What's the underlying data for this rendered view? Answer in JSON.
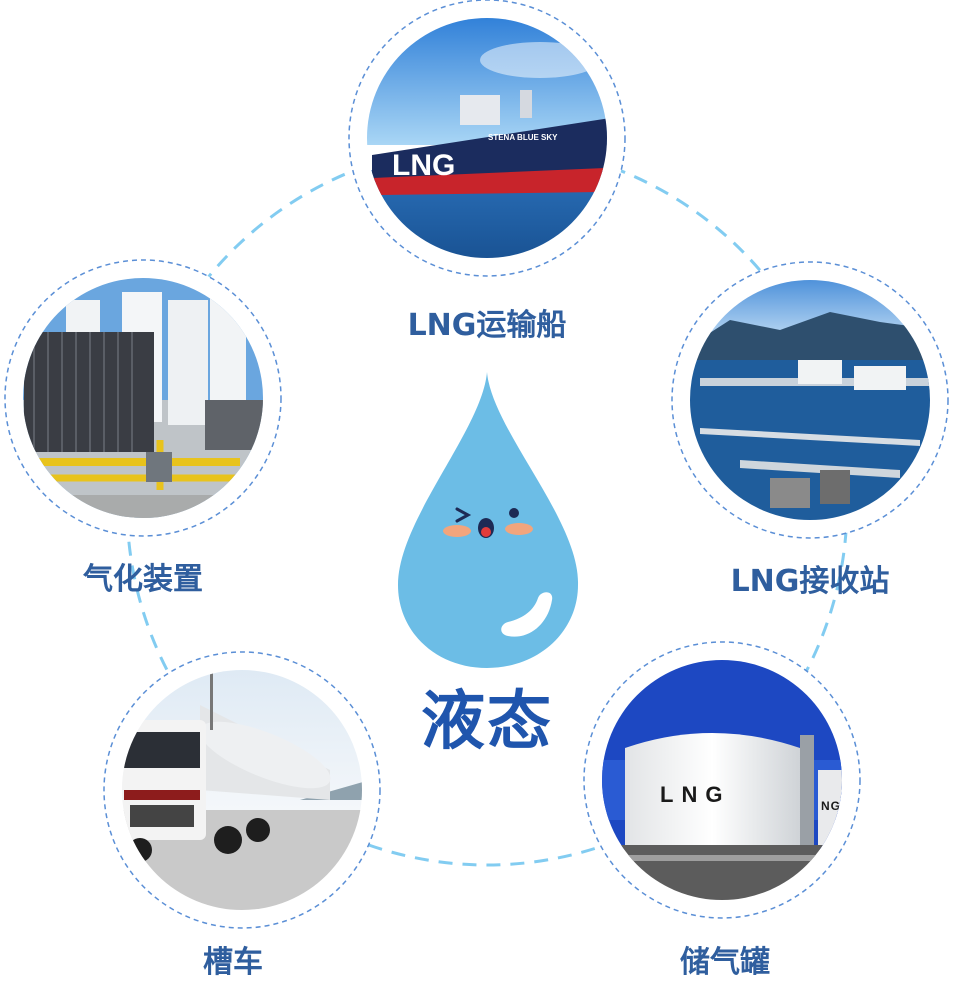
{
  "center": {
    "title": "液态",
    "drop_color": "#6cbde6",
    "text_color": "#1f55ad"
  },
  "nodes": [
    {
      "id": "ship",
      "label": "LNG运输船",
      "icon": "lng-carrier-ship-photo",
      "ship_name": "STENA BLUE SKY",
      "hull_text": "LNG"
    },
    {
      "id": "terminal",
      "label": "LNG接收站",
      "icon": "lng-terminal-photo"
    },
    {
      "id": "tank",
      "label": "储气罐",
      "icon": "storage-tank-photo",
      "tank_text": "LNG",
      "tank_text_2": "NG"
    },
    {
      "id": "truck",
      "label": "槽车",
      "icon": "tanker-truck-photo"
    },
    {
      "id": "vaporizer",
      "label": "气化装置",
      "icon": "vaporizer-photo"
    }
  ],
  "colors": {
    "label": "#2f5e9e",
    "ring": "#5b8fd6",
    "connector": "#6cc3ee"
  }
}
